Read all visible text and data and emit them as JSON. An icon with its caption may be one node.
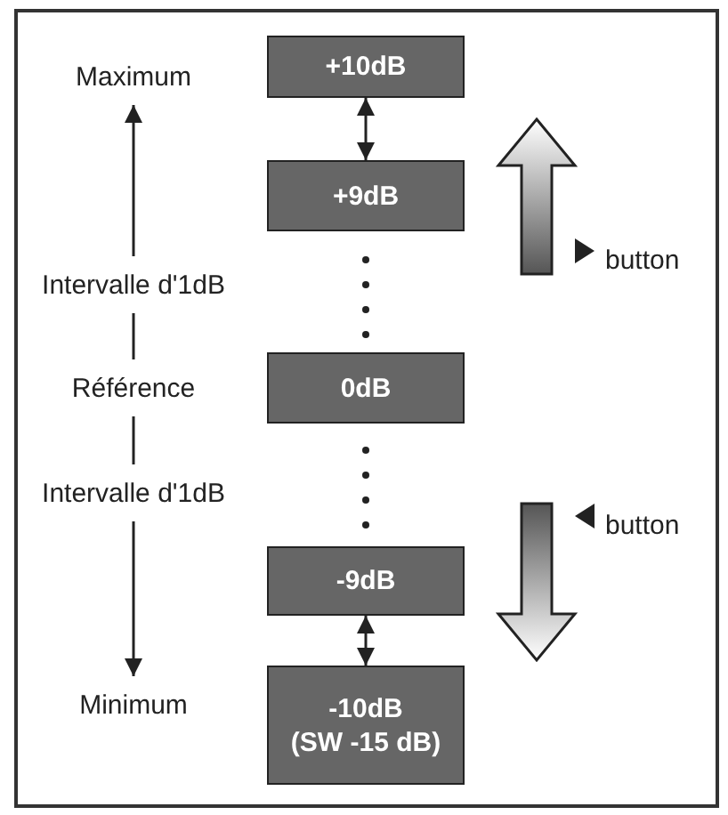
{
  "diagram": {
    "nodes": [
      {
        "text": [
          "+10dB"
        ]
      },
      {
        "text": [
          "+9dB"
        ]
      },
      {
        "text": [
          "0dB"
        ]
      },
      {
        "text": [
          "-9dB"
        ]
      },
      {
        "text": [
          "-10dB",
          "(SW -15 dB)"
        ]
      },
      {
        "text": [
          "Maximum"
        ]
      },
      {
        "text": [
          "Intervalle d'1dB"
        ]
      },
      {
        "text": [
          "Référence"
        ]
      },
      {
        "text": [
          "Intervalle d'1dB"
        ]
      },
      {
        "text": [
          "Minimum"
        ]
      }
    ],
    "edges": [
      {
        "from": 6,
        "to": 5,
        "arrow": "to"
      },
      {
        "from": 7,
        "to": 6,
        "arrow": "none"
      },
      {
        "from": 7,
        "to": 8,
        "arrow": "none"
      },
      {
        "from": 8,
        "to": 9,
        "arrow": "to"
      },
      {
        "from": 0,
        "to": 1,
        "arrow": "both"
      },
      {
        "from": 3,
        "to": 4,
        "arrow": "both"
      }
    ],
    "labels": [
      "button",
      "button"
    ]
  }
}
